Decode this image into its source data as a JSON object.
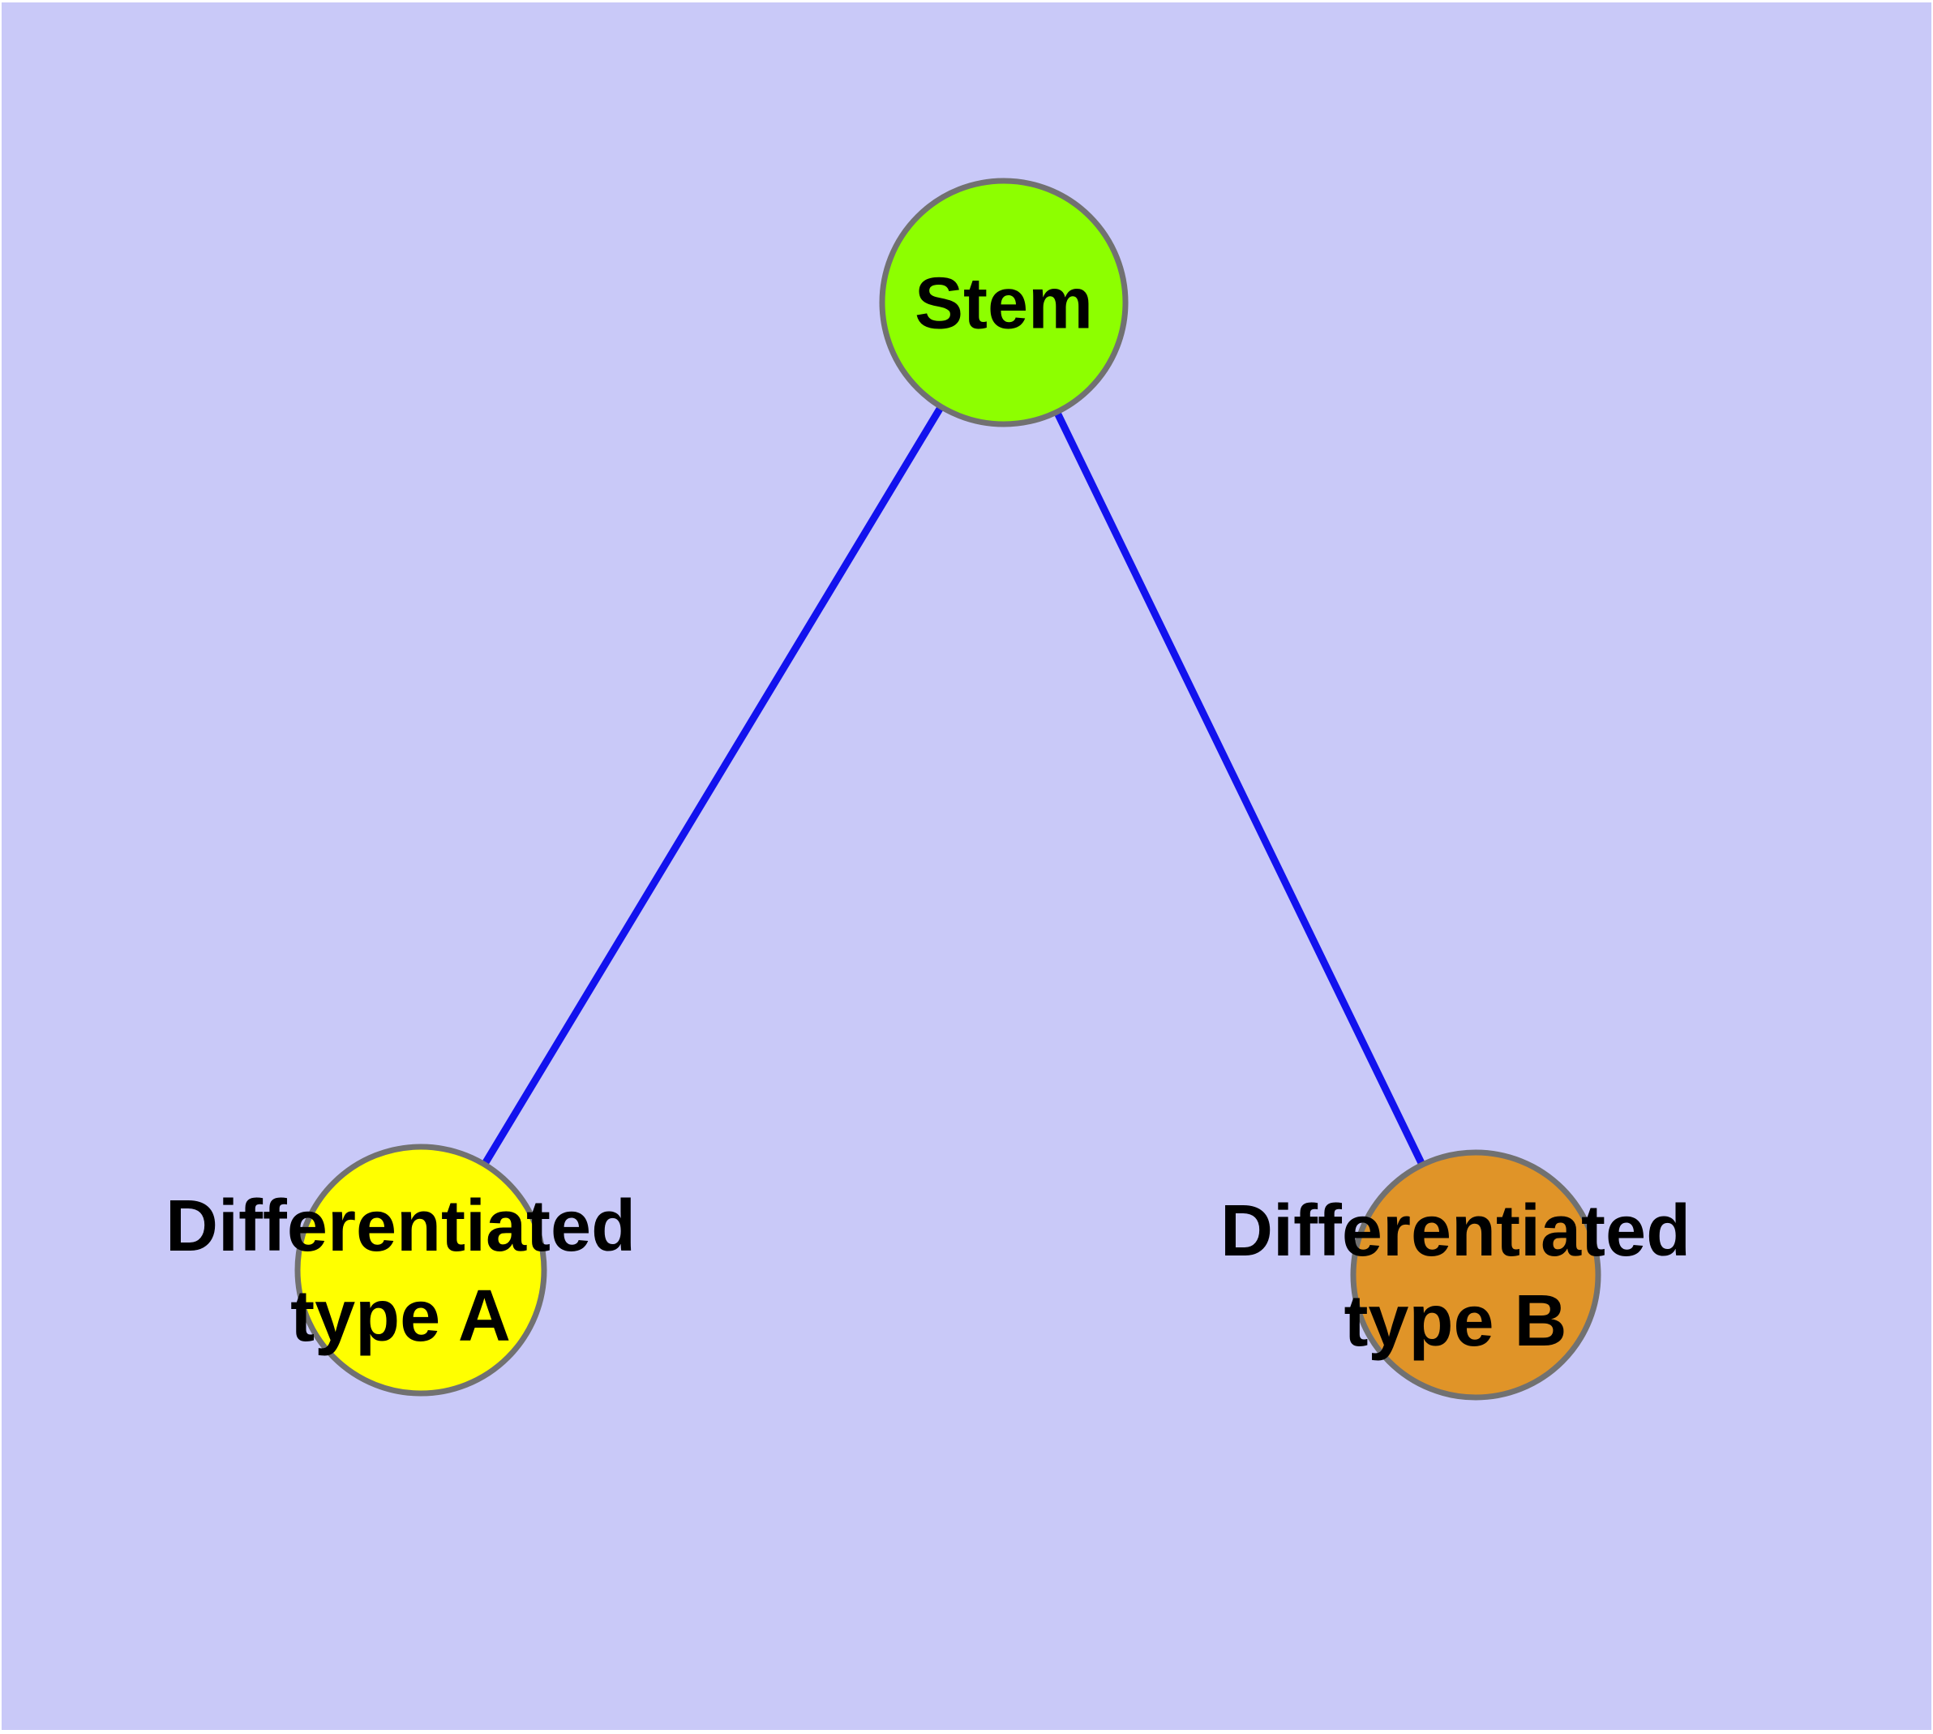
{
  "diagram": {
    "type": "graph",
    "description": "Stem cell differentiation tree: one stem node connected to two differentiated cell type nodes",
    "background_color": "#C9C9F8",
    "margin_color": "#FFFFFF",
    "edge_color": "#1212EE",
    "node_border_color": "#717171",
    "label_color": "#000000",
    "nodes": [
      {
        "id": "stem",
        "label": "Stem",
        "color": "#8DFF00",
        "shape": "circle"
      },
      {
        "id": "diff-a",
        "label": "Differentiated\ntype A",
        "color": "#FFFF00",
        "shape": "circle"
      },
      {
        "id": "diff-b",
        "label": "Differentiated\ntype B",
        "color": "#E09428",
        "shape": "circle"
      }
    ],
    "edges": [
      {
        "from": "stem",
        "to": "diff-a"
      },
      {
        "from": "stem",
        "to": "diff-b"
      }
    ]
  }
}
